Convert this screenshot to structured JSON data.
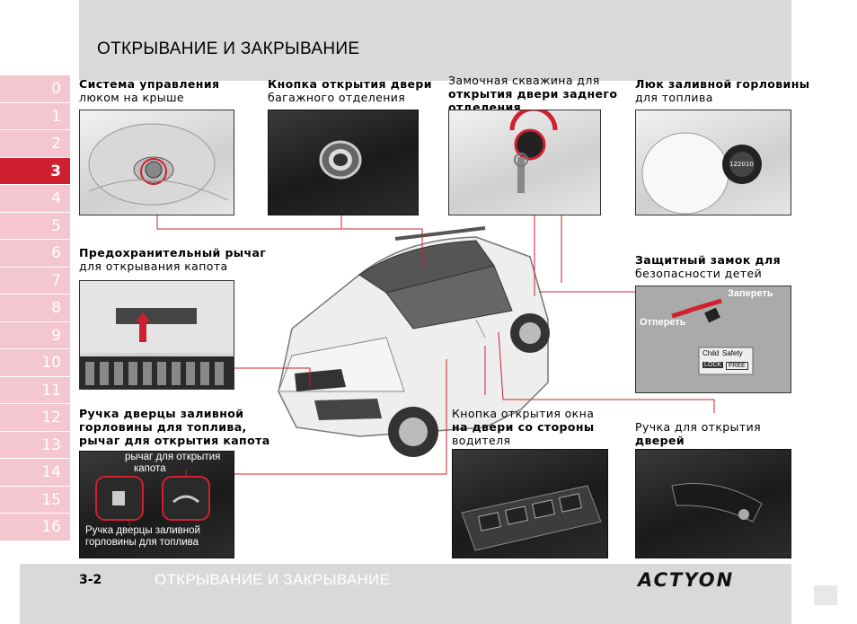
{
  "header": {
    "title": "ОТКРЫВАНИЕ И ЗАКРЫВАНИЕ"
  },
  "tabs": [
    {
      "label": "0",
      "active": false
    },
    {
      "label": "1",
      "active": false
    },
    {
      "label": "2",
      "active": false
    },
    {
      "label": "3",
      "active": true
    },
    {
      "label": "4",
      "active": false
    },
    {
      "label": "5",
      "active": false
    },
    {
      "label": "6",
      "active": false
    },
    {
      "label": "7",
      "active": false
    },
    {
      "label": "8",
      "active": false
    },
    {
      "label": "9",
      "active": false
    },
    {
      "label": "10",
      "active": false
    },
    {
      "label": "11",
      "active": false
    },
    {
      "label": "12",
      "active": false
    },
    {
      "label": "13",
      "active": false
    },
    {
      "label": "14",
      "active": false
    },
    {
      "label": "15",
      "active": false
    },
    {
      "label": "16",
      "active": false
    }
  ],
  "captions": {
    "sunroof": [
      "Система управления",
      "люком на крыше"
    ],
    "trunk_button": [
      "Кнопка открытия двери",
      "багажного отделения"
    ],
    "keyhole": [
      "Замочная скважина для",
      "открытия двери заднего",
      "отделения"
    ],
    "fuel_door": [
      "Люк заливной горловины",
      "для топлива"
    ],
    "hood_lever": [
      "Предохранительный рычаг",
      "для открывания капота"
    ],
    "child_lock": [
      "Защитный замок для",
      "безопасности детей"
    ],
    "fuel_hood_handles": [
      "Ручка дверцы заливной",
      "горловины для топлива,",
      "рычаг для открытия капота"
    ],
    "window_switch": [
      "Кнопка открытия окна",
      "на двери со стороны",
      "водителя"
    ],
    "door_handle": [
      "Ручка для открытия",
      "дверей"
    ]
  },
  "overlays": {
    "lock_label": "Запереть",
    "unlock_label": "Отпереть",
    "sticker_line1": "Child",
    "sticker_line2": "Safety",
    "sticker_lock": "LOCK",
    "sticker_free": "FREE",
    "hood_lever_label": [
      "рычаг для открытия",
      "капота"
    ],
    "fuel_door_handle_label": [
      "Ручка дверцы заливной",
      "горловины для топлива"
    ],
    "fuel_cap_text": "122010"
  },
  "footer": {
    "page_number": "3-2",
    "title": "ОТКРЫВАНИЕ И ЗАКРЫВАНИЕ",
    "brand": "ACTYON"
  },
  "colors": {
    "accent": "#d0202f",
    "tab_inactive": "#f4c6cf",
    "band": "#d9d9d9"
  }
}
